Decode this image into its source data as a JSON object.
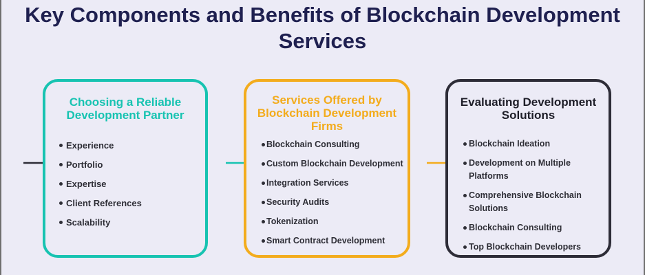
{
  "title": "Key Components and Benefits of Blockchain Development Services",
  "colors": {
    "teal": "#17c3b1",
    "orange": "#f3ac1d",
    "dark": "#2d2c37",
    "title": "#1f2050",
    "background": "#ecebf6"
  },
  "cards": [
    {
      "title": "Choosing a Reliable Development Partner",
      "items": [
        "Experience",
        "Portfolio",
        "Expertise",
        "Client References",
        "Scalability"
      ]
    },
    {
      "title": "Services Offered by Blockchain Development Firms",
      "items": [
        "Blockchain Consulting",
        "Custom Blockchain Development",
        "Integration Services",
        "Security Audits",
        "Tokenization",
        "Smart Contract Development"
      ]
    },
    {
      "title": "Evaluating Development Solutions",
      "items": [
        "Blockchain Ideation",
        "Development on Multiple Platforms",
        "Comprehensive Blockchain Solutions",
        "Blockchain Consulting",
        "Top Blockchain Developers"
      ]
    }
  ]
}
